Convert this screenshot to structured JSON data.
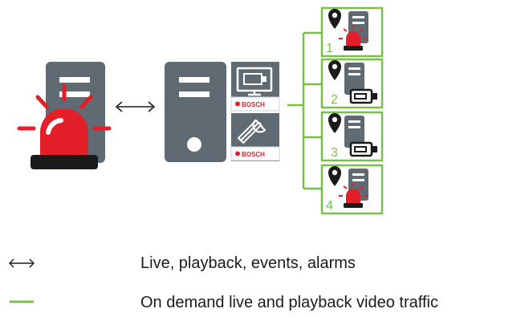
{
  "sites": [
    {
      "number": "1",
      "device": "alarm"
    },
    {
      "number": "2",
      "device": "camera"
    },
    {
      "number": "3",
      "device": "camera"
    },
    {
      "number": "4",
      "device": "alarm"
    }
  ],
  "brand_label": "BOSCH",
  "legend": [
    {
      "symbol": "double-arrow-icon",
      "label": "Live, playback, events, alarms"
    },
    {
      "symbol": "green-line-icon",
      "label": "On demand live and playback video traffic"
    }
  ],
  "colors": {
    "server": "#5f6a73",
    "server_light": "#cdd2d6",
    "green": "#79bf4a",
    "alarm": "#e3202a",
    "alarm_base": "#1a1a1a",
    "text": "#1b1b1b"
  },
  "icons": [
    "alarm-icon",
    "server-icon",
    "monitor-icon",
    "wrench-icon",
    "location-pin-icon",
    "camera-icon"
  ]
}
